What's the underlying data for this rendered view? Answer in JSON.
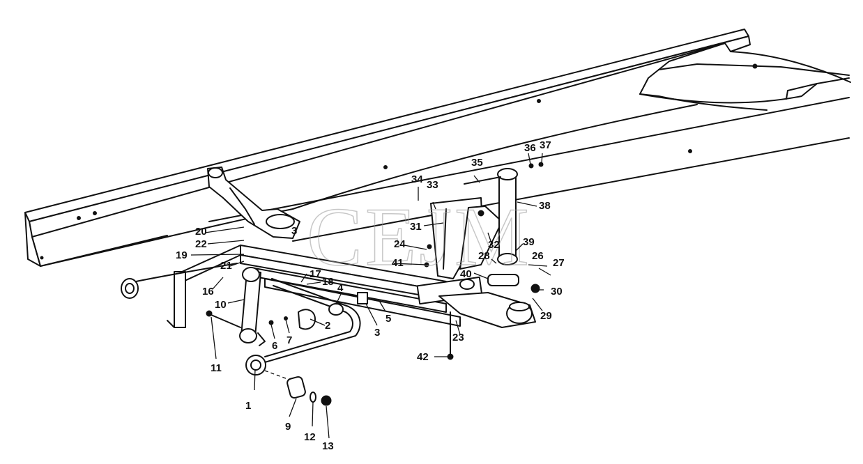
{
  "watermark": "CEJM",
  "callouts": [
    {
      "id": "c1",
      "text": "1"
    },
    {
      "id": "c2",
      "text": "2"
    },
    {
      "id": "c3",
      "text": "3"
    },
    {
      "id": "c3b",
      "text": "3"
    },
    {
      "id": "c4",
      "text": "4"
    },
    {
      "id": "c5",
      "text": "5"
    },
    {
      "id": "c6",
      "text": "6"
    },
    {
      "id": "c7",
      "text": "7"
    },
    {
      "id": "c9",
      "text": "9"
    },
    {
      "id": "c10",
      "text": "10"
    },
    {
      "id": "c11",
      "text": "11"
    },
    {
      "id": "c12",
      "text": "12"
    },
    {
      "id": "c13",
      "text": "13"
    },
    {
      "id": "c16",
      "text": "16"
    },
    {
      "id": "c17",
      "text": "17"
    },
    {
      "id": "c18",
      "text": "18"
    },
    {
      "id": "c19",
      "text": "19"
    },
    {
      "id": "c20",
      "text": "20"
    },
    {
      "id": "c21",
      "text": "21"
    },
    {
      "id": "c22",
      "text": "22"
    },
    {
      "id": "c23",
      "text": "23"
    },
    {
      "id": "c24",
      "text": "24"
    },
    {
      "id": "c26",
      "text": "26"
    },
    {
      "id": "c27",
      "text": "27"
    },
    {
      "id": "c28",
      "text": "28"
    },
    {
      "id": "c29",
      "text": "29"
    },
    {
      "id": "c30",
      "text": "30"
    },
    {
      "id": "c31",
      "text": "31"
    },
    {
      "id": "c32",
      "text": "32"
    },
    {
      "id": "c33",
      "text": "33"
    },
    {
      "id": "c34",
      "text": "34"
    },
    {
      "id": "c35",
      "text": "35"
    },
    {
      "id": "c36",
      "text": "36"
    },
    {
      "id": "c37",
      "text": "37"
    },
    {
      "id": "c38",
      "text": "38"
    },
    {
      "id": "c39",
      "text": "39"
    },
    {
      "id": "c40",
      "text": "40"
    },
    {
      "id": "c41",
      "text": "41"
    },
    {
      "id": "c42",
      "text": "42"
    }
  ]
}
